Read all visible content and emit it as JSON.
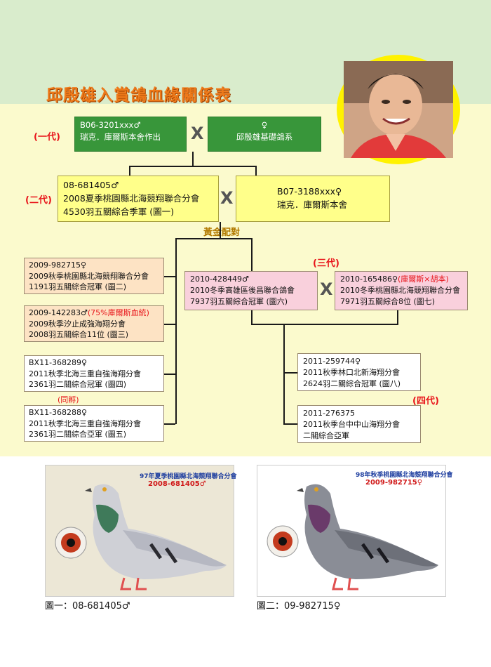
{
  "title": "邱殷雄入賞鴿血緣關係表",
  "gen_labels": {
    "g1": "(一代)",
    "g2": "(二代)",
    "g3": "(三代)",
    "g4": "(四代)"
  },
  "cross_symbol": "X",
  "golden_pair": "黃金配對",
  "gen1": {
    "sire": {
      "line1": "B06-3201xxx♂",
      "line2": "瑞克．庫爾斯本舍作出"
    },
    "dam": {
      "line1": "♀",
      "line2": "邱殷雄基礎鴿系"
    }
  },
  "gen2": {
    "sire": {
      "line1": "08-681405♂",
      "line2": "2008夏季桃園縣北海競翔聯合分會",
      "line3": "4530羽五關綜合季軍 (圖一)"
    },
    "dam": {
      "line1": "B07-3188xxx♀",
      "line2": "瑞克．庫爾斯本舍"
    }
  },
  "children": [
    {
      "line1": "2009-982715♀",
      "line2": "2009秋季桃園縣北海競翔聯合分會",
      "line3": "1191羽五關綜合冠軍 (圖二)"
    },
    {
      "line1": "2009-142283♂",
      "note": "(75%庫爾斯血統)",
      "line2": "2009秋季汐止成強海翔分會",
      "line3": "2008羽五關綜合11位 (圖三)"
    },
    {
      "line1": "BX11-368289♀",
      "line2": "2011秋季北海三重自強海翔分會",
      "line3": "2361羽二關綜合冠軍 (圖四)"
    },
    {
      "line1": "BX11-368288♀",
      "line2": "2011秋季北海三重自強海翔分會",
      "line3": "2361羽二關綜合亞軍 (圖五)"
    }
  ],
  "twin_note": "(同孵)",
  "gen3": {
    "sire": {
      "line1": "2010-428449♂",
      "line2": "2010冬季高雄區後昌聯合鴿會",
      "line3": "7937羽五關綜合冠軍 (圖六)"
    },
    "dam": {
      "line1": "2010-165486♀",
      "note": "(庫爾斯×胡本)",
      "line2": "2010冬季桃園縣北海競翔聯合分會",
      "line3": "7971羽五關綜合8位 (圖七)"
    }
  },
  "gen4": [
    {
      "line1": "2011-259744♀",
      "line2": "2011秋季林口北新海翔分會",
      "line3": "2624羽二關綜合冠軍 (圖八)"
    },
    {
      "line1": "2011-276375",
      "line2": "2011秋季台中中山海翔分會",
      "line3": "二關綜合亞軍"
    }
  ],
  "cards": [
    {
      "header": "97年夏季桃園縣北海競翔聯合分會",
      "ring": "2008-681405♂",
      "caption": "圖一：08-681405♂"
    },
    {
      "header": "98年秋季桃園縣北海競翔聯合分會",
      "ring": "2009-982715♀",
      "caption": "圖二：09-982715♀"
    }
  ],
  "colors": {
    "green": "#38963a",
    "yellow": "#ffff8a",
    "peach": "#fde3c4",
    "pink": "#f9d0dc",
    "title": "#ee7a1a",
    "red": "#e8141a"
  }
}
